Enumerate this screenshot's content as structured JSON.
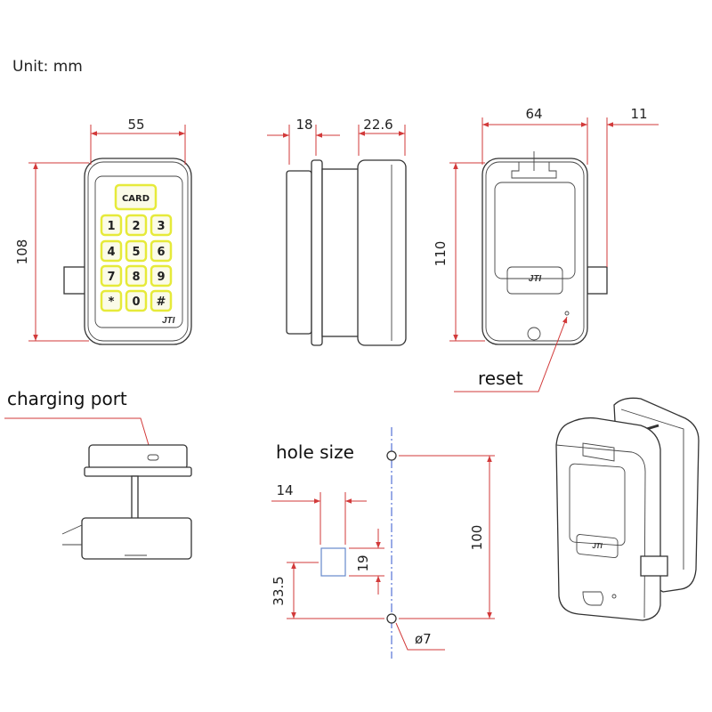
{
  "unit_label": "Unit:  mm",
  "front_view": {
    "width_dim": "55",
    "height_dim": "108",
    "card_label": "CARD",
    "keys": [
      "1",
      "2",
      "3",
      "4",
      "5",
      "6",
      "7",
      "8",
      "9",
      "*",
      "0",
      "#"
    ]
  },
  "side_view": {
    "dim_a": "18",
    "dim_b": "22.6"
  },
  "back_view": {
    "width_dim": "64",
    "bolt_dim": "11",
    "height_dim": "110",
    "reset_label": "reset"
  },
  "charging": {
    "label": "charging port"
  },
  "hole": {
    "title": "hole size",
    "square_width": "14",
    "square_height": "19",
    "offset": "33.5",
    "spacing": "100",
    "diameter": "ø7"
  },
  "colors": {
    "dimension": "#d23a3a",
    "key_outline": "#e6ea3a",
    "centerline": "#3355cc"
  }
}
